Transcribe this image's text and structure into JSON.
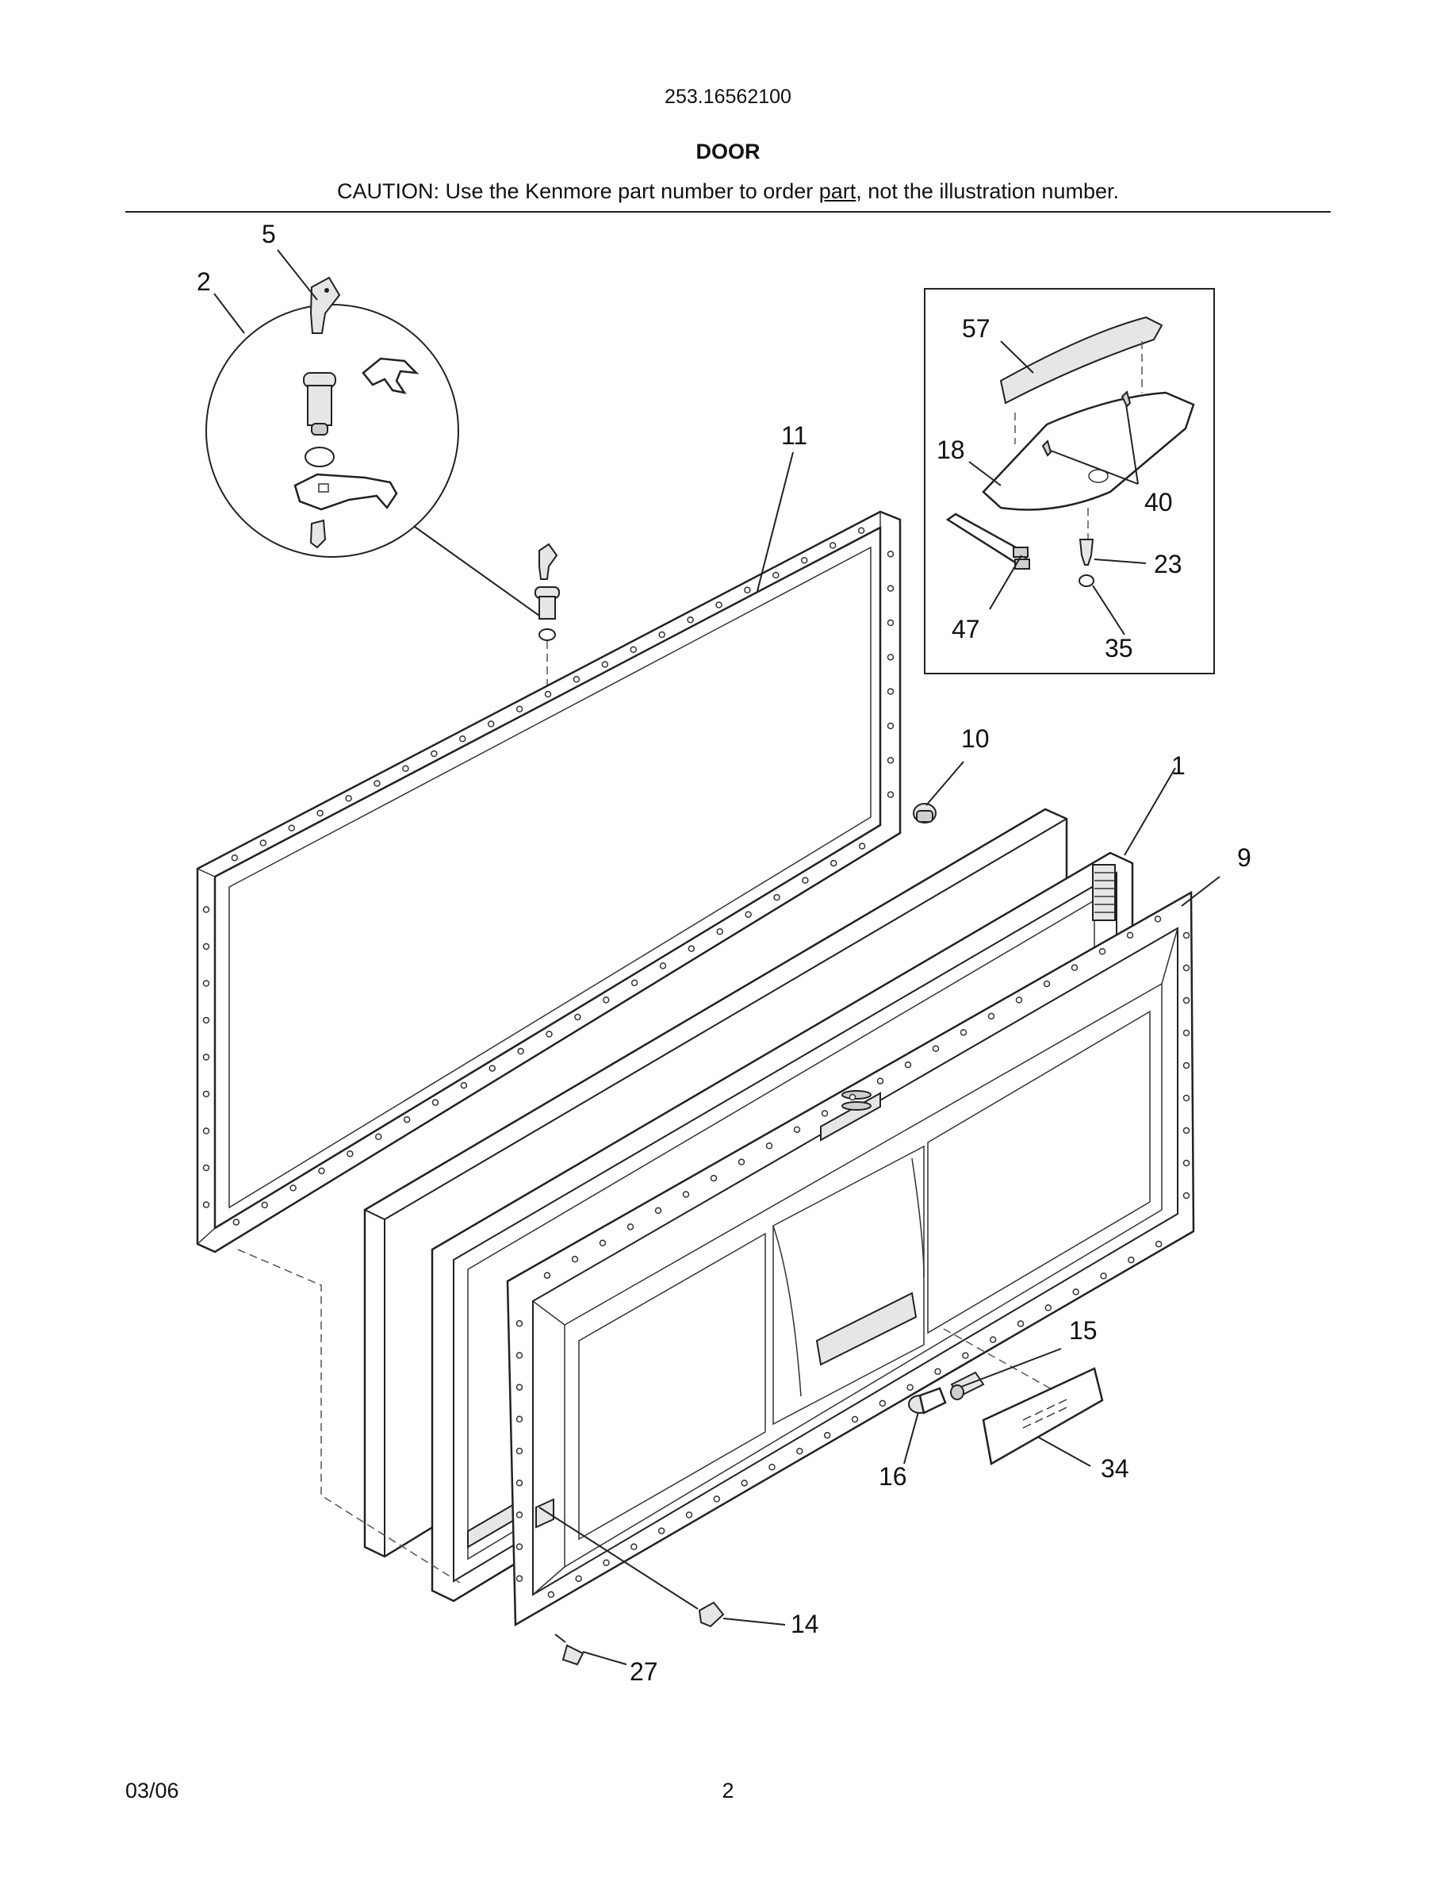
{
  "header": {
    "model_number": "253.16562100",
    "section_title": "DOOR",
    "caution_before": "CAUTION: Use the Kenmore part number to order ",
    "caution_underlined": "part",
    "caution_after": ", not the illustration number."
  },
  "callouts": {
    "c5": "5",
    "c2": "2",
    "c11": "11",
    "c57": "57",
    "c18": "18",
    "c40": "40",
    "c23": "23",
    "c47": "47",
    "c35": "35",
    "c10": "10",
    "c1": "1",
    "c9": "9",
    "c15": "15",
    "c16": "16",
    "c34": "34",
    "c14": "14",
    "c27": "27"
  },
  "footer": {
    "date": "03/06",
    "page": "2"
  }
}
